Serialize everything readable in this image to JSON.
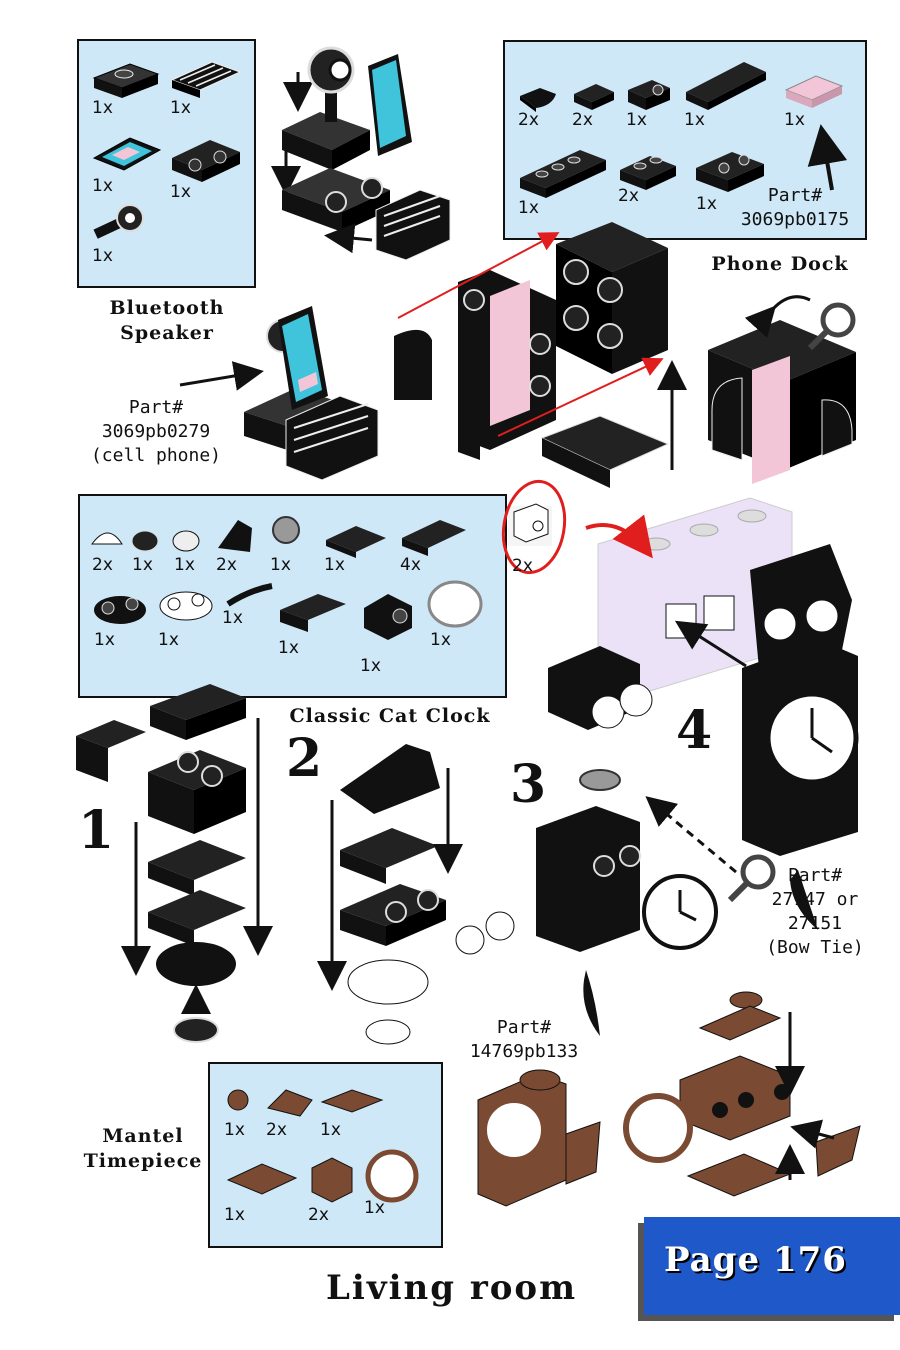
{
  "page_title": "Living room",
  "page_badge": "Page 176",
  "sections": {
    "bluetooth_speaker": {
      "title_line1": "Bluetooth",
      "title_line2": "Speaker",
      "quantities": [
        "1x",
        "1x",
        "1x",
        "1x",
        "1x"
      ],
      "part_label": "Part#",
      "part_number": "3069pb0279",
      "part_note": "(cell phone)"
    },
    "phone_dock": {
      "title": "Phone Dock",
      "quantities": [
        "2x",
        "2x",
        "1x",
        "1x",
        "1x",
        "1x",
        "2x",
        "1x"
      ],
      "part_label": "Part#",
      "part_number": "3069pb0175"
    },
    "cat_clock": {
      "title": "Classic Cat Clock",
      "quantities": [
        "2x",
        "1x",
        "1x",
        "2x",
        "1x",
        "1x",
        "4x",
        "1x",
        "1x",
        "1x",
        "1x",
        "1x",
        "1x"
      ],
      "extra_quantity": "2x",
      "steps": [
        "1",
        "2",
        "3",
        "4"
      ],
      "part_label": "Part#",
      "part_number_a": "27147 or",
      "part_number_b": "27151",
      "part_note": "(Bow Tie)"
    },
    "mantel_timepiece": {
      "title_line1": "Mantel",
      "title_line2": "Timepiece",
      "quantities": [
        "1x",
        "2x",
        "1x",
        "1x",
        "2x",
        "1x"
      ],
      "part_label": "Part#",
      "part_number": "14769pb133"
    }
  },
  "colors": {
    "panel": "#cfe8f7",
    "brick": "#111111",
    "brown": "#7a4a32",
    "pink": "#f2c6d6",
    "cyan": "#3fc4dc",
    "lavender": "#ebe2f7",
    "badge": "#1f58c8",
    "arrow_red": "#e11e1e"
  }
}
